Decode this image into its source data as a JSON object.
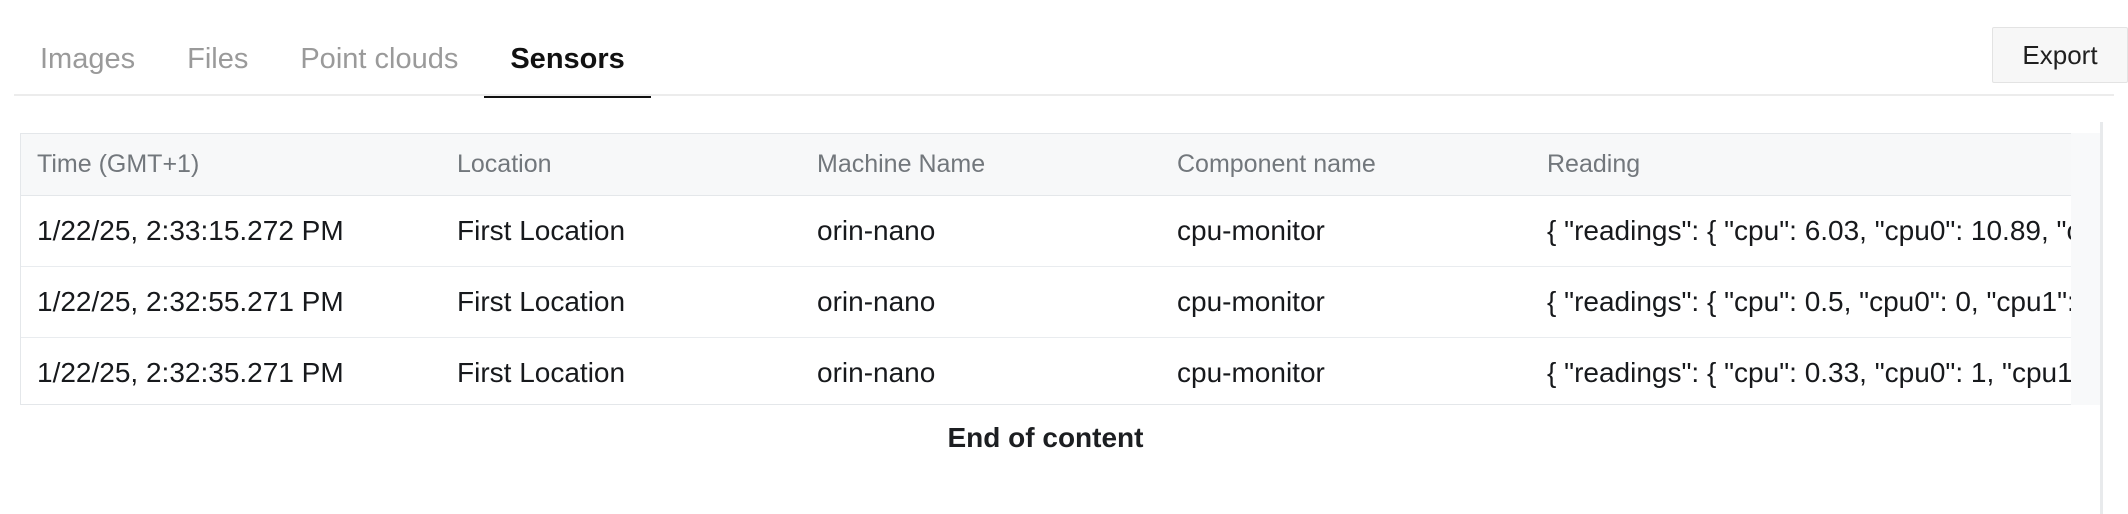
{
  "tabs": [
    {
      "label": "Images",
      "active": false
    },
    {
      "label": "Files",
      "active": false
    },
    {
      "label": "Point clouds",
      "active": false
    },
    {
      "label": "Sensors",
      "active": true
    }
  ],
  "toolbar": {
    "export_label": "Export"
  },
  "table": {
    "columns": [
      "Time (GMT+1)",
      "Location",
      "Machine Name",
      "Component name",
      "Reading"
    ],
    "rows": [
      {
        "time": "1/22/25, 2:33:15.272 PM",
        "location": "First Location",
        "machine": "orin-nano",
        "component": "cpu-monitor",
        "reading": "{ \"readings\": { \"cpu\": 6.03, \"cpu0\": 10.89, \"c..."
      },
      {
        "time": "1/22/25, 2:32:55.271 PM",
        "location": "First Location",
        "machine": "orin-nano",
        "component": "cpu-monitor",
        "reading": "{ \"readings\": { \"cpu\": 0.5, \"cpu0\": 0, \"cpu1\": ..."
      },
      {
        "time": "1/22/25, 2:32:35.271 PM",
        "location": "First Location",
        "machine": "orin-nano",
        "component": "cpu-monitor",
        "reading": "{ \"readings\": { \"cpu\": 0.33, \"cpu0\": 1, \"cpu1\"..."
      }
    ]
  },
  "footer": {
    "end_of_content": "End of content"
  },
  "colors": {
    "active_tab": "#111111",
    "inactive_tab": "#9a9a9a",
    "header_bg": "#f7f8f9",
    "border": "#e4e7ea",
    "button_bg": "#f7f7f7"
  }
}
